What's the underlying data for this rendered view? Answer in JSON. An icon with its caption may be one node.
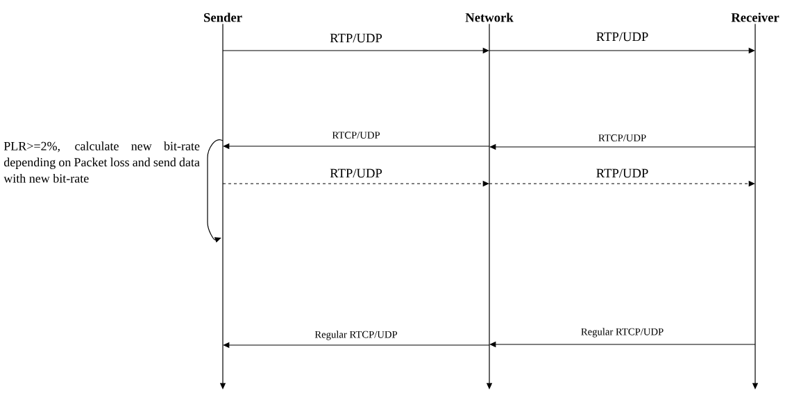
{
  "diagram": {
    "nodes": [
      {
        "text": [
          "Sender"
        ]
      },
      {
        "text": [
          "Network"
        ]
      },
      {
        "text": [
          "Receiver"
        ]
      }
    ],
    "edges": [
      {
        "from": 0,
        "to": 1,
        "arrow": "to",
        "label": "RTP/UDP"
      },
      {
        "from": 1,
        "to": 2,
        "arrow": "to",
        "label": "RTP/UDP"
      },
      {
        "from": 2,
        "to": 1,
        "arrow": "to",
        "label": "RTCP/UDP"
      },
      {
        "from": 1,
        "to": 0,
        "arrow": "to",
        "label": "RTCP/UDP"
      },
      {
        "from": 0,
        "to": 0,
        "arrow": "to"
      },
      {
        "from": 0,
        "to": 1,
        "arrow": "to",
        "label": "RTP/UDP",
        "style": "dashed"
      },
      {
        "from": 1,
        "to": 2,
        "arrow": "to",
        "label": "RTP/UDP",
        "style": "dashed"
      },
      {
        "from": 2,
        "to": 1,
        "arrow": "to",
        "label": "Regular RTCP/UDP"
      },
      {
        "from": 1,
        "to": 0,
        "arrow": "to",
        "label": "Regular RTCP/UDP"
      }
    ],
    "labels": [
      "PLR>=2%, calculate new bit-rate depending on Packet loss and send data with new bit-rate"
    ]
  }
}
